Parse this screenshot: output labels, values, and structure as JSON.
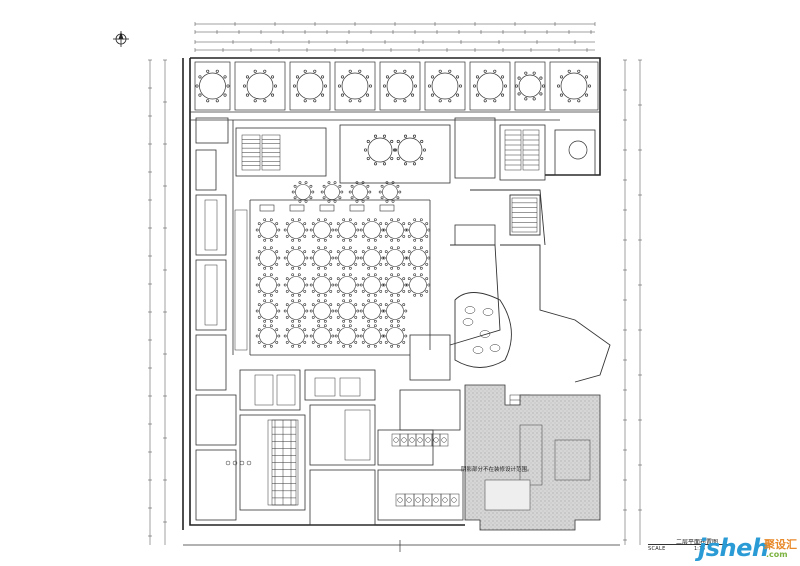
{
  "drawing": {
    "title": "二层平面布置图",
    "scale_label": "SCALE",
    "scale_ratio": "1:14"
  },
  "annotations": {
    "non_design_area": "阴影部分不在装修设计范围。"
  },
  "watermark": {
    "brand": "jsheh",
    "brand_cn": "聚设汇",
    "domain": ".com"
  },
  "colors": {
    "line": "#333333",
    "hatch": "#9a9a9a",
    "brand_blue": "#2b9bd6",
    "brand_orange": "#e8892a",
    "brand_green": "#7cb342"
  }
}
